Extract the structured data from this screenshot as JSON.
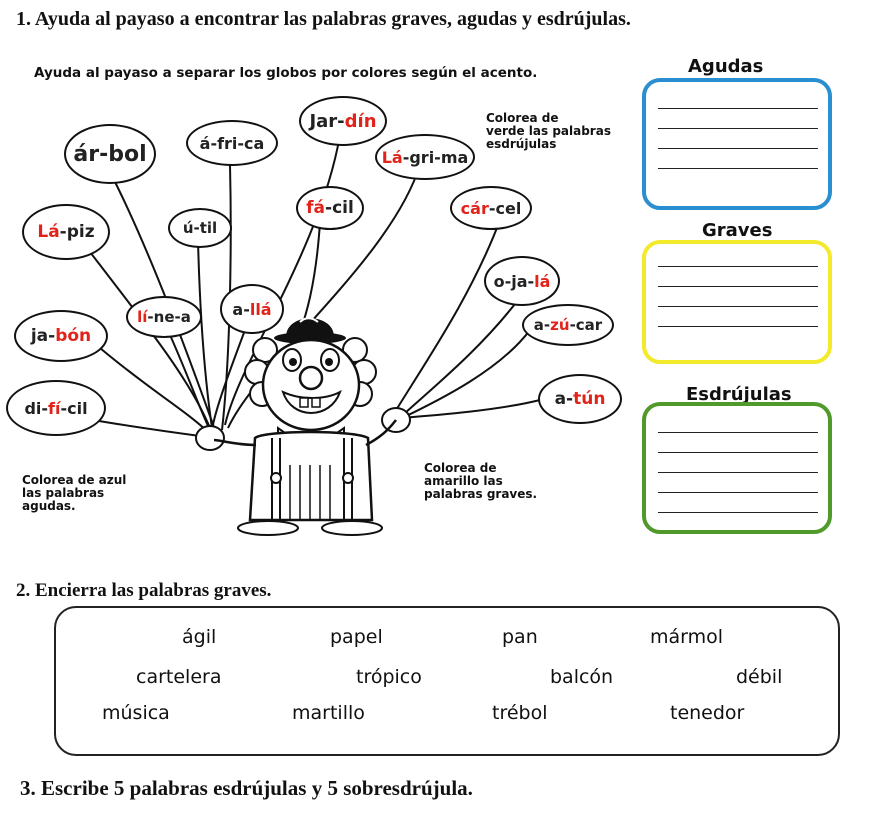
{
  "questions": {
    "q1": "1. Ayuda al payaso a encontrar las palabras graves, agudas y esdrújulas.",
    "q2": "2. Encierra las palabras graves.",
    "q3": "3. Escribe 5 palabras esdrújulas y 5 sobresdrújula."
  },
  "activity": {
    "subtitle": "Ayuda al payaso a separar los globos por colores según el acento.",
    "note_green": [
      "Colorea de",
      "verde las palabras",
      "esdrújulas"
    ],
    "note_blue": [
      "Colorea de azul",
      "las palabras",
      "agudas."
    ],
    "note_yellow": [
      "Colorea de",
      "amarillo las",
      "palabras graves."
    ]
  },
  "balloons": [
    {
      "id": "arbol",
      "pre": "ár-bol",
      "red": "",
      "post": ""
    },
    {
      "id": "africa",
      "pre": "á-fri-ca",
      "red": "",
      "post": ""
    },
    {
      "id": "jardin",
      "pre": "Jar-",
      "red": "dín",
      "post": ""
    },
    {
      "id": "lagrima",
      "pre": "",
      "red": "Lá",
      "post": "-gri-ma"
    },
    {
      "id": "lapiz",
      "pre": "",
      "red": "Lá",
      "post": "-piz"
    },
    {
      "id": "util",
      "pre": "ú-til",
      "red": "",
      "post": ""
    },
    {
      "id": "facil",
      "pre": "",
      "red": "fá",
      "post": "-cil"
    },
    {
      "id": "carcel",
      "pre": "",
      "red": "cár",
      "post": "-cel"
    },
    {
      "id": "ojala",
      "pre": "o-ja-",
      "red": "lá",
      "post": ""
    },
    {
      "id": "jabon",
      "pre": "ja-",
      "red": "bón",
      "post": ""
    },
    {
      "id": "linea",
      "pre": "",
      "red": "lí",
      "post": "-ne-a"
    },
    {
      "id": "alla",
      "pre": "a-",
      "red": "llá",
      "post": ""
    },
    {
      "id": "azucar",
      "pre": "a-",
      "red": "zú",
      "post": "-car"
    },
    {
      "id": "dificil",
      "pre": "di-",
      "red": "fí",
      "post": "-cil"
    },
    {
      "id": "atun",
      "pre": "a-",
      "red": "tún",
      "post": ""
    }
  ],
  "boxes": {
    "agudas": "Agudas",
    "graves": "Graves",
    "esdrujulas": "Esdrújulas"
  },
  "words": [
    [
      "ágil",
      "papel",
      "pan",
      "mármol"
    ],
    [
      "cartelera",
      "trópico",
      "balcón",
      "débil"
    ],
    [
      "música",
      "martillo",
      "trébol",
      "tenedor"
    ]
  ],
  "colors": {
    "agudas_border": "#2a8fd0",
    "graves_border": "#f2ea2a",
    "esdrujulas_border": "#4f9a2a",
    "accent_red": "#e2231a"
  }
}
